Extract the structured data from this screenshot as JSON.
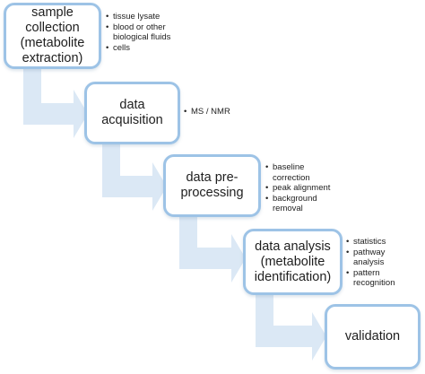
{
  "steps": [
    {
      "label": "sample collection\n(metabolite\nextraction)",
      "notes": [
        "tissue lysate",
        "blood or other\nbiological fluids",
        "cells"
      ]
    },
    {
      "label": "data acquisition",
      "notes": [
        "MS / NMR"
      ]
    },
    {
      "label": "data pre-\nprocessing",
      "notes": [
        "baseline\ncorrection",
        "peak alignment",
        "background\nremoval"
      ]
    },
    {
      "label": "data analysis\n(metabolite\nidentification)",
      "notes": [
        "statistics",
        "pathway\nanalysis",
        "pattern\nrecognition"
      ]
    },
    {
      "label": "validation",
      "notes": []
    }
  ],
  "colors": {
    "border": "#9dc3e6",
    "arrow": "#dbe8f5"
  }
}
